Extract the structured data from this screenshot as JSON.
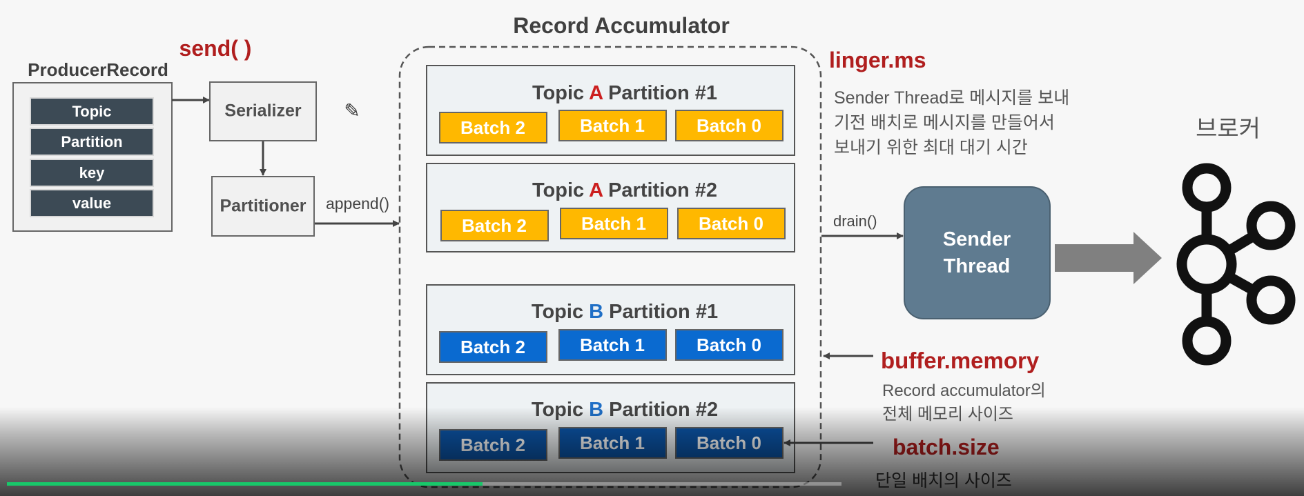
{
  "diagram": {
    "title": "Record Accumulator",
    "producer": {
      "title": "ProducerRecord",
      "fields": [
        "Topic",
        "Partition",
        "key",
        "value"
      ]
    },
    "send_label": "send( )",
    "serializer_label": "Serializer",
    "partitioner_label": "Partitioner",
    "append_label": "append()",
    "partitions": [
      {
        "prefix": "Topic ",
        "letter": "A",
        "suffix": " Partition #1",
        "batches": [
          "Batch 2",
          "Batch 1",
          "Batch 0"
        ]
      },
      {
        "prefix": "Topic ",
        "letter": "A",
        "suffix": " Partition #2",
        "batches": [
          "Batch 2",
          "Batch 1",
          "Batch 0"
        ]
      },
      {
        "prefix": "Topic ",
        "letter": "B",
        "suffix": " Partition #1",
        "batches": [
          "Batch 2",
          "Batch 1",
          "Batch 0"
        ]
      },
      {
        "prefix": "Topic ",
        "letter": "B",
        "suffix": " Partition #2",
        "batches": [
          "Batch 2",
          "Batch 1",
          "Batch 0"
        ]
      }
    ],
    "linger": {
      "title": "linger.ms",
      "desc": [
        "Sender Thread로 메시지를 보내",
        "기전 배치로 메시지를 만들어서",
        "보내기 위한 최대 대기 시간"
      ]
    },
    "drain_label": "drain()",
    "sender_thread": [
      "Sender",
      "Thread"
    ],
    "broker_label": "브로커",
    "buffer_memory": {
      "title": "buffer.memory",
      "desc": [
        "Record accumulator의",
        "전체 메모리 사이즈"
      ]
    },
    "batch_size": {
      "title": "batch.size",
      "desc": "단일 배치의 사이즈"
    }
  },
  "colors": {
    "red_label": "#b01e1e",
    "topic_a": "#cc1f1f",
    "topic_b": "#1f6fc6",
    "batch_a": "#ffb800",
    "batch_b": "#0a6ad0",
    "batch_b_dark": "#0c55a8",
    "producer_field": "#3c4a55",
    "sender": "#5f7b90"
  },
  "video": {
    "progress": 0.57
  }
}
